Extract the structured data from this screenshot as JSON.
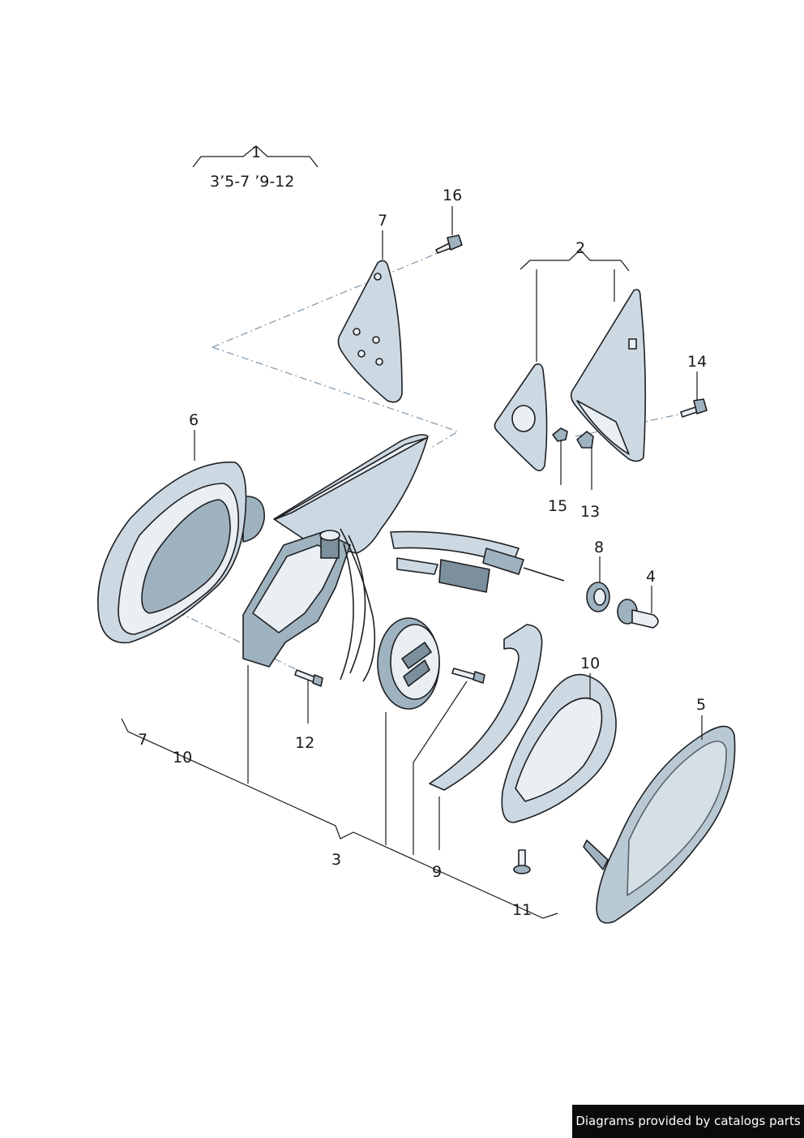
{
  "callouts": {
    "c1": "1",
    "c1_range": "3ʼ5-7  ʼ9-12",
    "c2": "2",
    "c3": "3",
    "c4": "4",
    "c5": "5",
    "c6": "6",
    "c7_top": "7",
    "c7_bottom": "7",
    "c8": "8",
    "c9": "9",
    "c10_top": "10",
    "c10_bottom": "10",
    "c11": "11",
    "c12": "12",
    "c13": "13",
    "c14": "14",
    "c15": "15",
    "c16": "16"
  },
  "credit": "Diagrams provided by catalogs parts",
  "colors": {
    "line": "#1d1f22",
    "part_light": "#cdd9e2",
    "part_mid": "#9fb2c0",
    "dash": "#7f95a8"
  }
}
